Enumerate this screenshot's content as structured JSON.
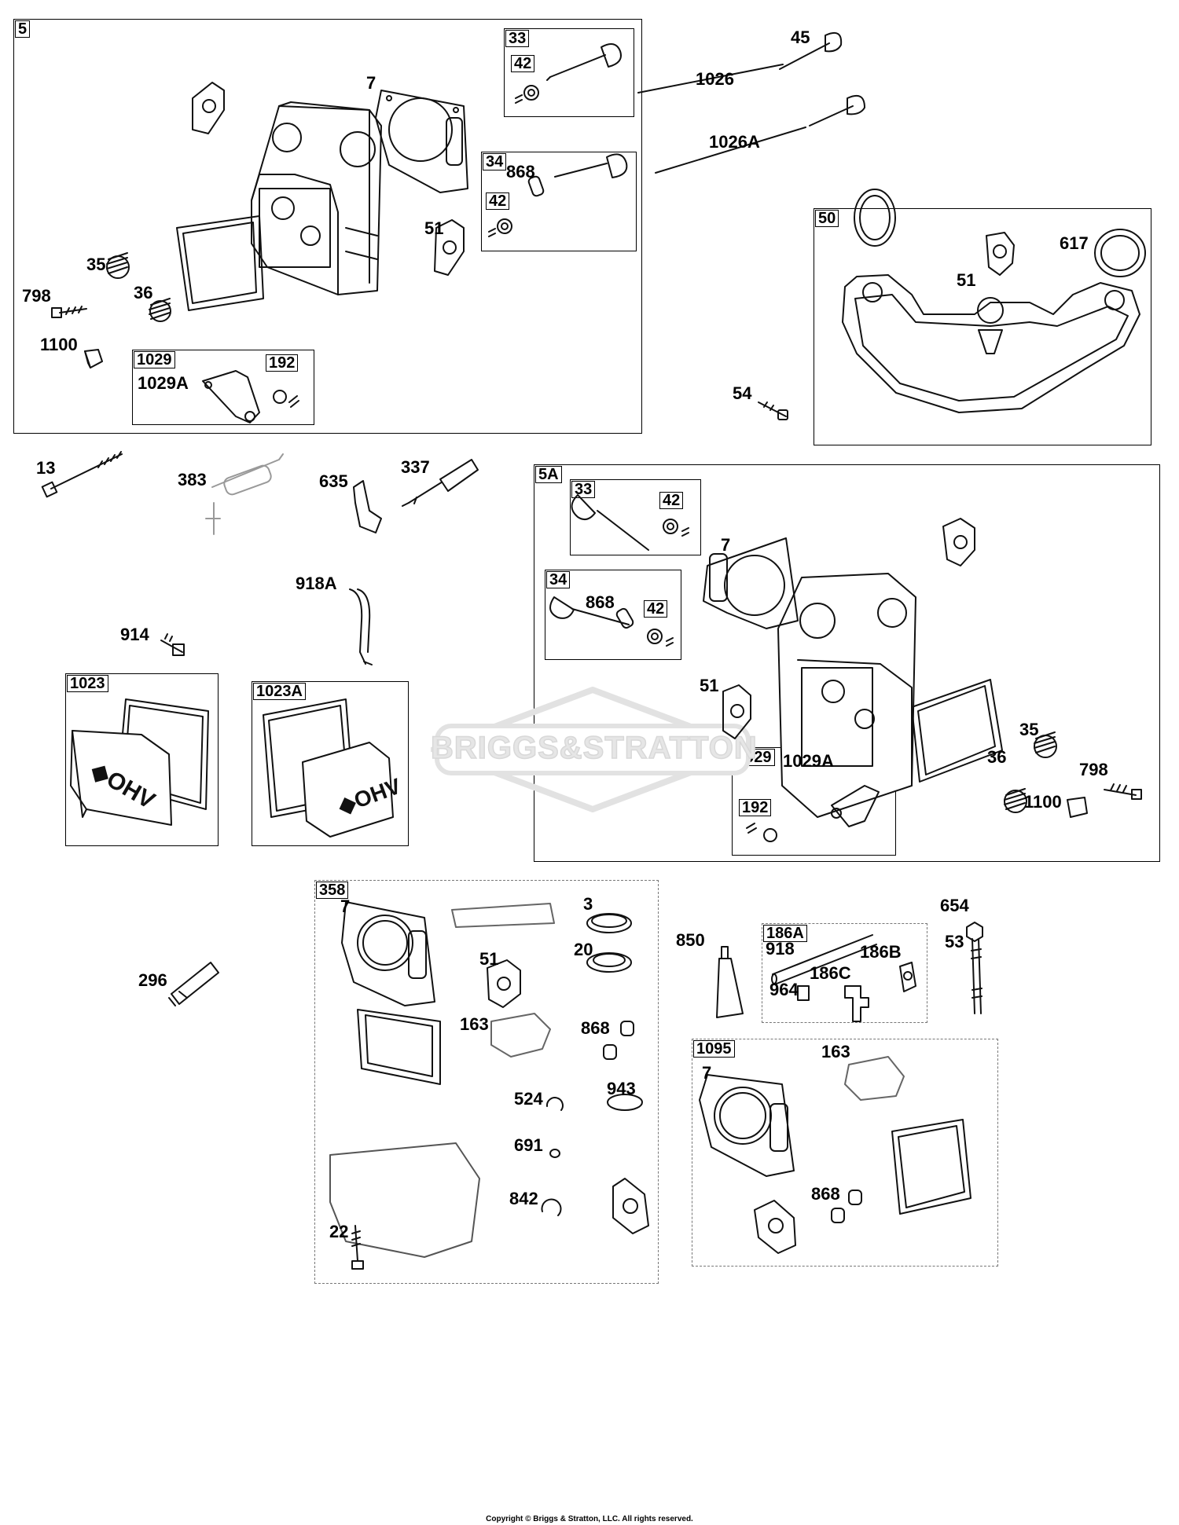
{
  "groups": {
    "g5": "5",
    "g33a": "33",
    "g42a": "42",
    "g34a": "34",
    "g42b": "42",
    "g1029a": "1029",
    "g192a": "192",
    "g50": "50",
    "g5A": "5A",
    "g33b": "33",
    "g42c": "42",
    "g34b": "34",
    "g42d": "42",
    "g1029b": "1029",
    "g192b": "192",
    "g1023": "1023",
    "g1023A": "1023A",
    "g358": "358",
    "g186A": "186A",
    "g1095": "1095"
  },
  "labels": {
    "l7a": "7",
    "l868a": "868",
    "l51a": "51",
    "l35a": "35",
    "l36a": "36",
    "l798a": "798",
    "l1100a": "1100",
    "l1029Aa": "1029A",
    "l45": "45",
    "l1026": "1026",
    "l1026A": "1026A",
    "l617": "617",
    "l51b": "51",
    "l54": "54",
    "l13": "13",
    "l383": "383",
    "l635": "635",
    "l337": "337",
    "l918A": "918A",
    "l914": "914",
    "l7b": "7",
    "l868b": "868",
    "l51c": "51",
    "l1029Ab": "1029A",
    "l35b": "35",
    "l36b": "36",
    "l798b": "798",
    "l1100b": "1100",
    "l296": "296",
    "l7c": "7",
    "l3": "3",
    "l20": "20",
    "l51d": "51",
    "l163a": "163",
    "l868c": "868",
    "l524": "524",
    "l943": "943",
    "l691": "691",
    "l842": "842",
    "l22": "22",
    "l850": "850",
    "l918": "918",
    "l186B": "186B",
    "l186C": "186C",
    "l964": "964",
    "l654": "654",
    "l53": "53",
    "l163b": "163",
    "l7d": "7",
    "l868d": "868"
  },
  "watermark": "BRIGGS&STRATTON",
  "footer": "Copyright © Briggs & Stratton, LLC. All rights reserved."
}
